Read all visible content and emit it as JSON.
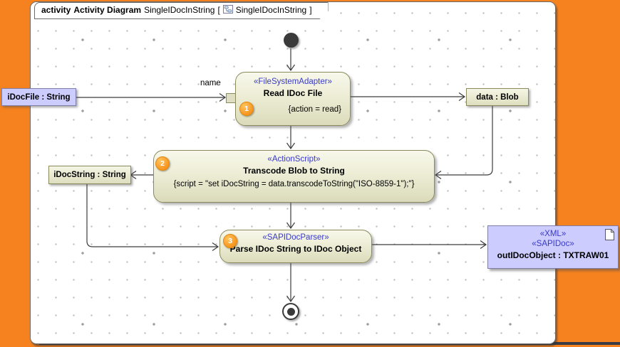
{
  "frame_header": {
    "kind": "activity",
    "type": "Activity Diagram",
    "context": "SingleIDocInString",
    "open_bracket": "[",
    "diagram_name": "SingleIDocInString",
    "close_bracket": "]"
  },
  "actions": [
    {
      "badge": "1",
      "stereotype": "«FileSystemAdapter»",
      "name": "Read IDoc File",
      "spec": "{action = read}"
    },
    {
      "badge": "2",
      "stereotype": "«ActionScript»",
      "name": "Transcode Blob to String",
      "spec": "{script = \"set iDocString = data.transcodeToString(\"ISO-8859-1\");\"}"
    },
    {
      "badge": "3",
      "stereotype": "«SAPIDocParser»",
      "name": "Parse IDoc String to IDoc Object"
    }
  ],
  "objects": [
    {
      "label": "iDocFile : String"
    },
    {
      "label": "data : Blob"
    },
    {
      "label": "iDocString : String"
    },
    {
      "stereotype1": "«XML»",
      "stereotype2": "«SAPIDoc»",
      "label": "outIDocObject : TXTRAW01"
    }
  ],
  "edge_labels": {
    "pin_name": "name"
  },
  "colors": {
    "desktop": "#F5821F",
    "action_fill": "#EDEDD6",
    "action_border": "#8A8A5C",
    "stereotype_text": "#3939C8",
    "object_fill": "#CCCCFF",
    "badge": "#F7941E",
    "edge": "#3C3C3C"
  }
}
